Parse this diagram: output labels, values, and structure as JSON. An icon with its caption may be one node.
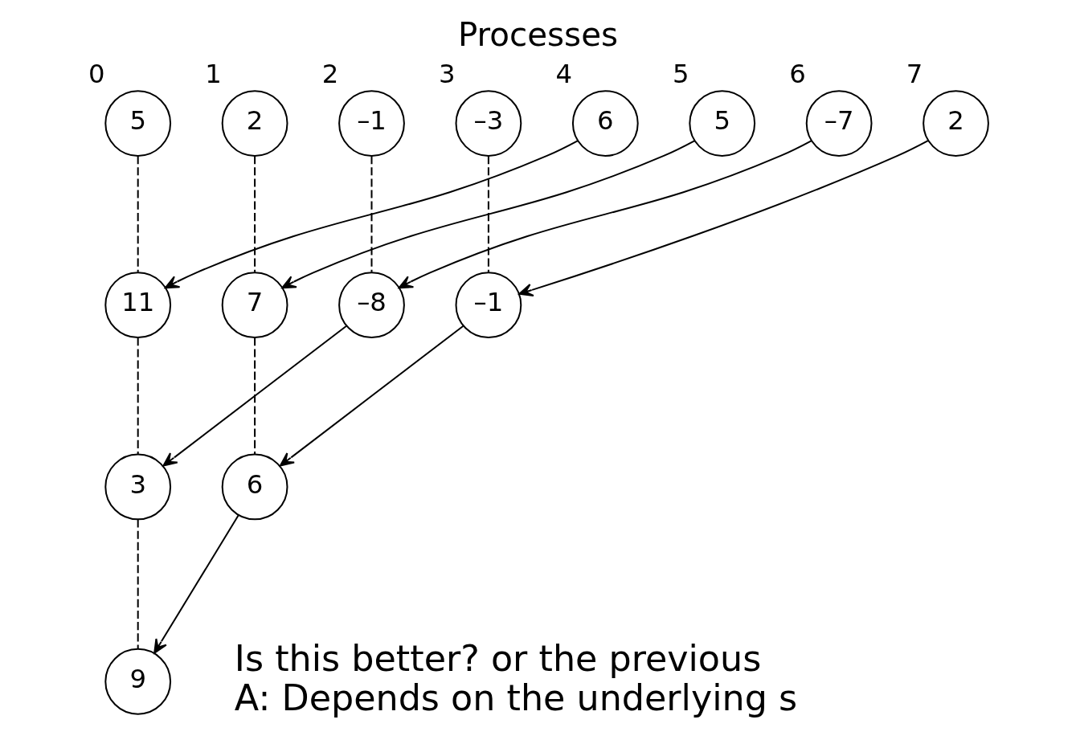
{
  "diagram": {
    "title": "Processes",
    "nodes": [
      {
        "text": [
          "5"
        ],
        "beside": [
          "0"
        ]
      },
      {
        "text": [
          "2"
        ],
        "beside": [
          "1"
        ]
      },
      {
        "text": [
          "–1"
        ],
        "beside": [
          "2"
        ]
      },
      {
        "text": [
          "–3"
        ],
        "beside": [
          "3"
        ]
      },
      {
        "text": [
          "6"
        ],
        "beside": [
          "4"
        ]
      },
      {
        "text": [
          "5"
        ],
        "beside": [
          "5"
        ]
      },
      {
        "text": [
          "–7"
        ],
        "beside": [
          "6"
        ]
      },
      {
        "text": [
          "2"
        ],
        "beside": [
          "7"
        ]
      },
      {
        "text": [
          "11"
        ]
      },
      {
        "text": [
          "7"
        ]
      },
      {
        "text": [
          "–8"
        ]
      },
      {
        "text": [
          "–1"
        ]
      },
      {
        "text": [
          "3"
        ]
      },
      {
        "text": [
          "6"
        ]
      },
      {
        "text": [
          "9"
        ]
      }
    ],
    "edges": [
      {
        "from": 0,
        "to": 8,
        "arrow": "none",
        "style": "dashed"
      },
      {
        "from": 1,
        "to": 9,
        "arrow": "none",
        "style": "dashed"
      },
      {
        "from": 2,
        "to": 10,
        "arrow": "none",
        "style": "dashed"
      },
      {
        "from": 3,
        "to": 11,
        "arrow": "none",
        "style": "dashed"
      },
      {
        "from": 4,
        "to": 8,
        "arrow": "to"
      },
      {
        "from": 5,
        "to": 9,
        "arrow": "to"
      },
      {
        "from": 6,
        "to": 10,
        "arrow": "to"
      },
      {
        "from": 7,
        "to": 11,
        "arrow": "to"
      },
      {
        "from": 8,
        "to": 12,
        "arrow": "none",
        "style": "dashed"
      },
      {
        "from": 9,
        "to": 13,
        "arrow": "none",
        "style": "dashed"
      },
      {
        "from": 10,
        "to": 12,
        "arrow": "to"
      },
      {
        "from": 11,
        "to": 13,
        "arrow": "to"
      },
      {
        "from": 12,
        "to": 14,
        "arrow": "none",
        "style": "dashed"
      },
      {
        "from": 13,
        "to": 14,
        "arrow": "to"
      }
    ],
    "labels": [
      "Is this better? or the previous",
      "A: Depends on the underlying s"
    ]
  }
}
